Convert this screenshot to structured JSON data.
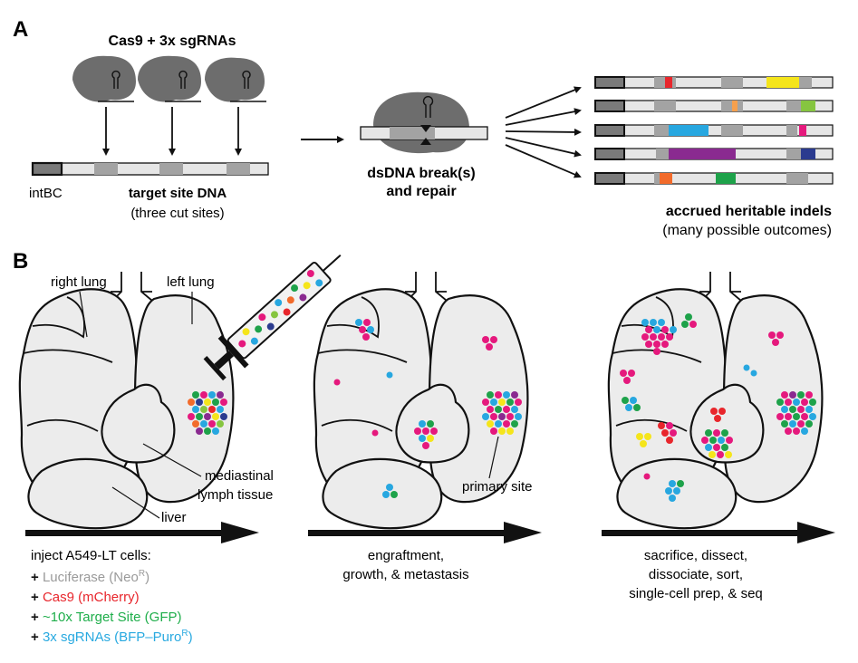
{
  "panel_a": {
    "letter": "A",
    "cas9_title": "Cas9 + 3x sgRNAs",
    "intbc_label": "intBC",
    "target_title": "target site DNA",
    "target_sub": "(three cut sites)",
    "break_line1": "dsDNA break(s)",
    "break_line2": "and repair",
    "indels_title": "accrued heritable indels",
    "indels_sub": "(many possible outcomes)"
  },
  "panel_b": {
    "letter": "B",
    "right_lung": "right lung",
    "left_lung": "left lung",
    "mediastinal_1": "mediastinal",
    "mediastinal_2": "lymph tissue",
    "liver": "liver",
    "primary_site": "primary site",
    "inject_title": "inject A549-LT cells:",
    "inject_items": [
      {
        "prefix": "+ ",
        "text": "Luciferase (Neo",
        "sup": "R",
        "close": ")",
        "color": "#9a9a9a"
      },
      {
        "prefix": "+ ",
        "text": "Cas9 (mCherry)",
        "sup": "",
        "close": "",
        "color": "#e8262c"
      },
      {
        "prefix": "+ ",
        "text": "~10x Target Site (GFP)",
        "sup": "",
        "close": "",
        "color": "#1fae4b"
      },
      {
        "prefix": "+ ",
        "text": "3x sgRNAs (BFP–Puro",
        "sup": "R",
        "close": ")",
        "color": "#28a9e0"
      }
    ],
    "stage2_line1": "engraftment,",
    "stage2_line2": "growth, & metastasis",
    "stage3_line1": "sacrifice, dissect,",
    "stage3_line2": "dissociate, sort,",
    "stage3_line3": "single-cell prep, & seq"
  },
  "colors": {
    "pink": "#e5197d",
    "blue": "#27a7e0",
    "green": "#1ea24a",
    "yellow": "#f5e51b",
    "red": "#e8262c",
    "orange": "#f26b2b",
    "purple": "#8a2a90",
    "navy": "#2b3b8f",
    "lime": "#86c540",
    "gray": "#8c8c8c",
    "light_orange": "#f6a04d"
  }
}
